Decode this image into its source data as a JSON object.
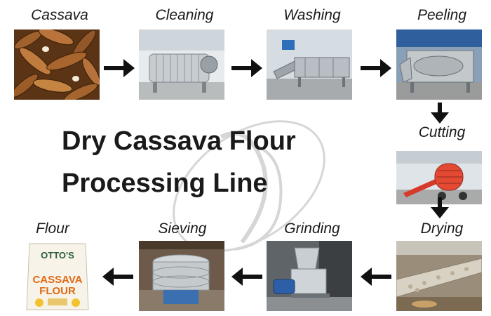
{
  "title": {
    "line1": "Dry Cassava Flour",
    "line2": "Processing Line"
  },
  "steps": [
    {
      "label": "Cassava"
    },
    {
      "label": "Cleaning"
    },
    {
      "label": "Washing"
    },
    {
      "label": "Peeling"
    },
    {
      "label": "Cutting"
    },
    {
      "label": "Drying"
    },
    {
      "label": "Grinding"
    },
    {
      "label": "Sieving"
    },
    {
      "label": "Flour"
    }
  ],
  "product_package": {
    "brand": "OTTO'S",
    "product": "CASSAVA",
    "product2": "FLOUR"
  },
  "colors": {
    "arrow": "#111111",
    "text": "#1a1a1a",
    "watermark": "#c8c8c8"
  }
}
